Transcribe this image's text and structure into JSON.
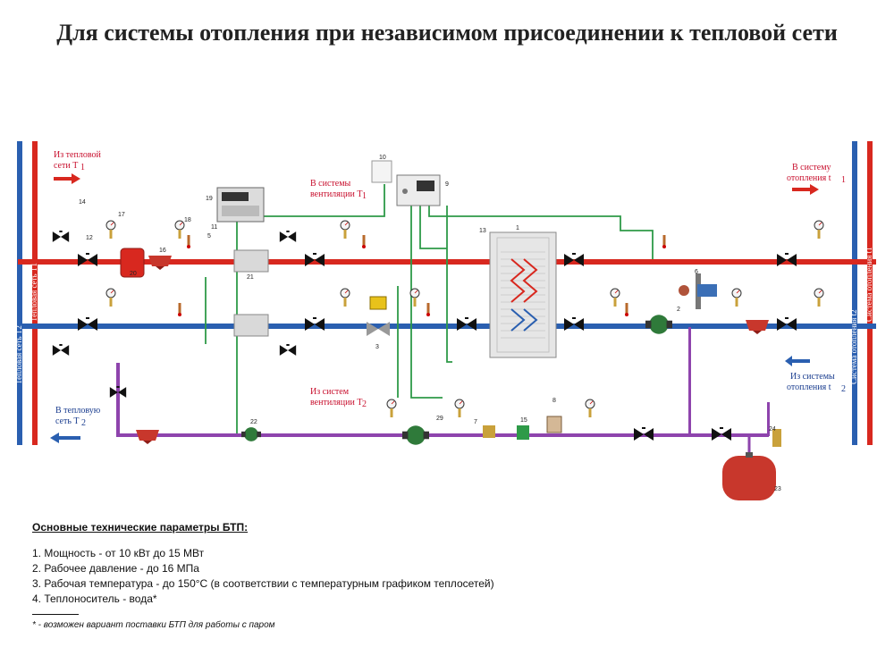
{
  "title": "Для системы отопления при независимом присоединении к тепловой сети",
  "labels": {
    "from_network_1": "Из тепловой",
    "from_network_2": "сети Т",
    "from_network_sub": "1",
    "to_network_1": "В тепловую",
    "to_network_2": "сеть Т",
    "to_network_sub": "2",
    "vent_in_1": "В системы",
    "vent_in_2": "вентиляции Т",
    "vent_in_sub": "1",
    "vent_out_1": "Из систем",
    "vent_out_2": "вентиляции Т",
    "vent_out_sub": "2",
    "heat_out_1": "В систему",
    "heat_out_2": "отопления t",
    "heat_out_sub": "1",
    "heat_in_1": "Из системы",
    "heat_in_2": "отопления t",
    "heat_in_sub": "2",
    "left_red_vertical": "Тепловая сеть Т1",
    "left_blue_vertical": "Тепловая сеть Т2",
    "right_red_vertical": "Система отопления t1",
    "right_blue_vertical": "Система отопления t2"
  },
  "parameters": {
    "title": "Основные технические параметры БТП:",
    "items": [
      "1. Мощность - от 10 кВт до 15 МВт",
      "2. Рабочее давление - до 16 МПа",
      "3. Рабочая температура - до 150°C (в соответствии с температурным графиком теплосетей)",
      "4. Теплоноситель  - вода*"
    ],
    "footnote": "* - возможен вариант поставки БТП для работы с паром"
  },
  "component_numbers": [
    "1",
    "2",
    "3",
    "5",
    "6",
    "7",
    "8",
    "9",
    "10",
    "11",
    "12",
    "13",
    "14",
    "15",
    "16",
    "17",
    "18",
    "19",
    "20",
    "21",
    "22",
    "23",
    "24",
    "29"
  ],
  "colors": {
    "supply": "#d8281f",
    "return": "#2a5fb0",
    "makeup": "#8e44ad",
    "control": "#2e9a48",
    "title": "#222222"
  }
}
